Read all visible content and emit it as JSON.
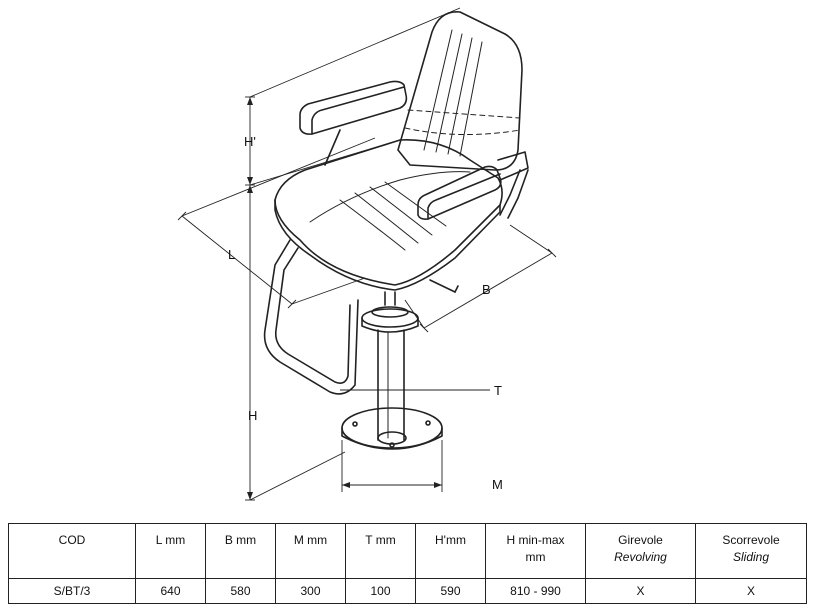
{
  "dimension_labels": {
    "h_prime": "H'",
    "l": "L",
    "b": "B",
    "t": "T",
    "h": "H",
    "m": "M"
  },
  "table": {
    "headers": [
      {
        "line1": "COD",
        "line2": ""
      },
      {
        "line1": "L mm",
        "line2": ""
      },
      {
        "line1": "B mm",
        "line2": ""
      },
      {
        "line1": "M mm",
        "line2": ""
      },
      {
        "line1": "T mm",
        "line2": ""
      },
      {
        "line1": "H'mm",
        "line2": ""
      },
      {
        "line1": "H min-max",
        "line2": "mm"
      },
      {
        "line1": "Girevole",
        "line2": "Revolving"
      },
      {
        "line1": "Scorrevole",
        "line2": "Sliding"
      }
    ],
    "rows": [
      [
        "S/BT/3",
        "640",
        "580",
        "300",
        "100",
        "590",
        "810 - 990",
        "X",
        "X"
      ]
    ]
  }
}
